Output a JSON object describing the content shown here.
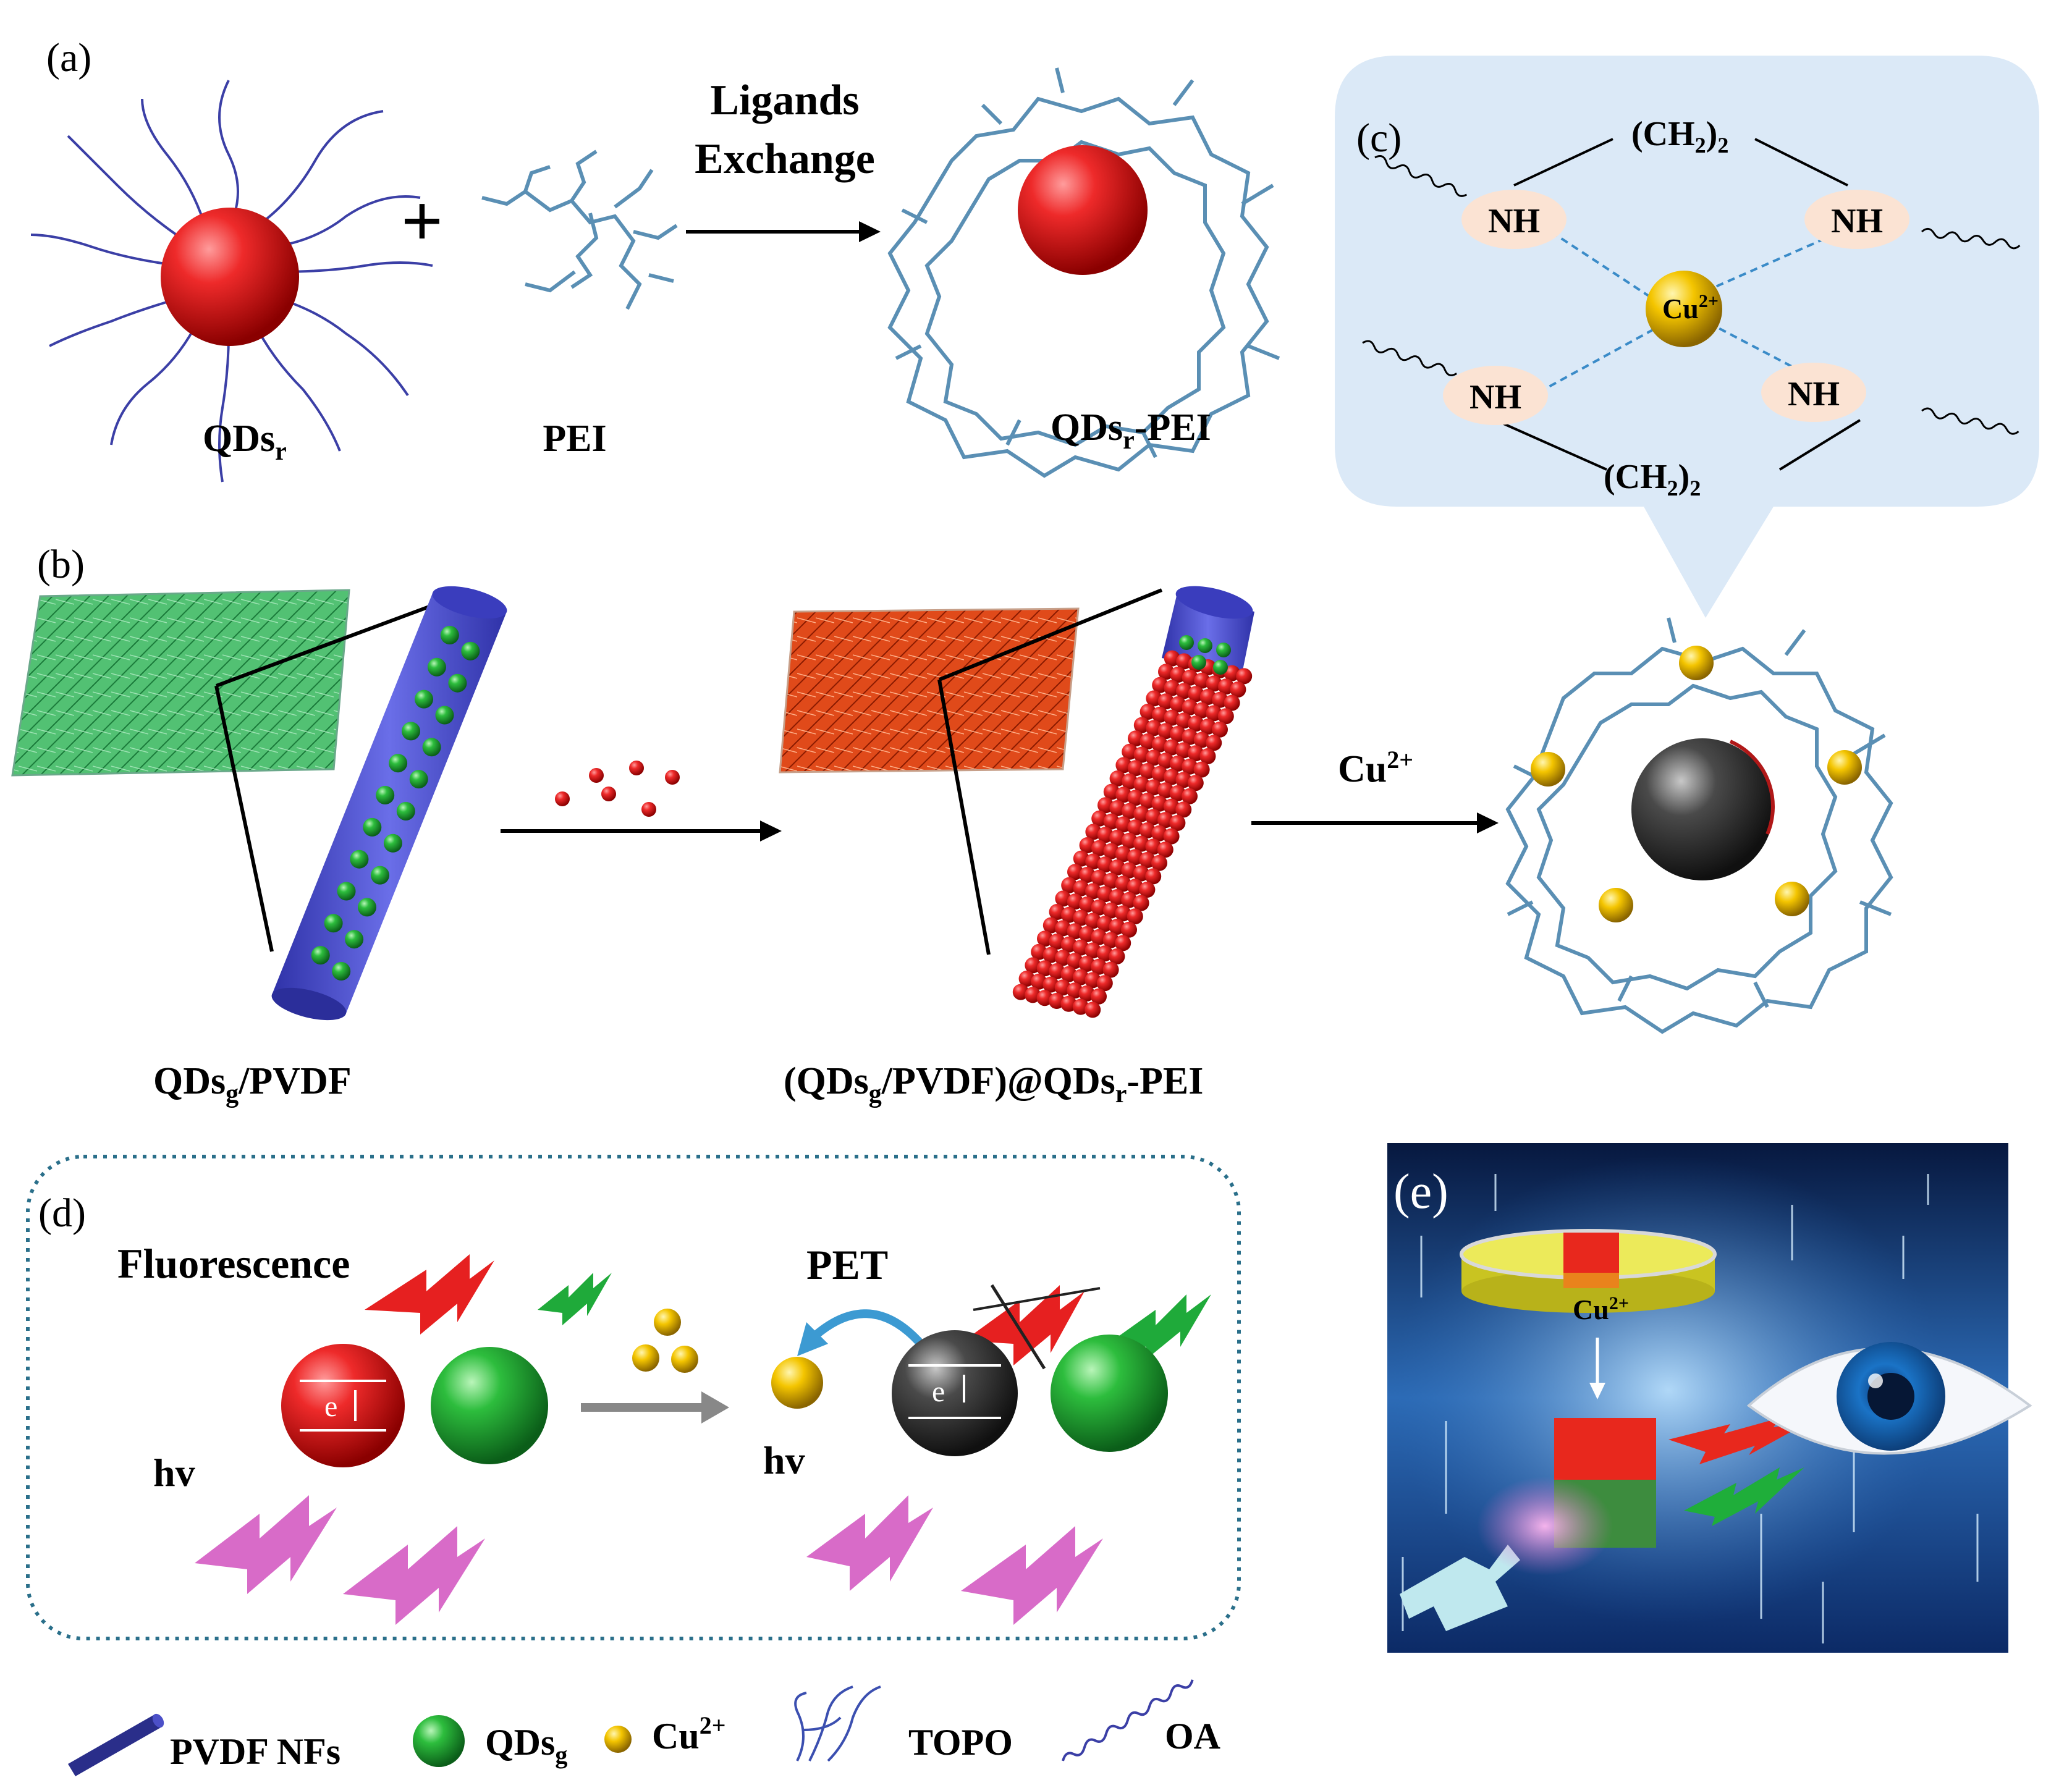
{
  "panels": {
    "a": {
      "label": "(a)",
      "reaction": [
        "Ligands",
        "Exchange"
      ],
      "qd_caption": "QDs",
      "qd_sub": "r",
      "pei_caption": "PEI",
      "product_caption": "QDs",
      "product_sub": "r",
      "product_suffix": "-PEI"
    },
    "b": {
      "label": "(b)",
      "left_caption": "QDs",
      "left_sub": "g",
      "left_suffix": "/PVDF",
      "right_caption_pre": "(QDs",
      "right_caption_sub1": "g",
      "right_caption_mid": "/PVDF)@QDs",
      "right_caption_sub2": "r",
      "right_caption_suf": "-PEI",
      "ion": "Cu",
      "ion_charge": "2+"
    },
    "c": {
      "label": "(c)",
      "ch2_top": "(CH",
      "ch2_bottom": "(CH",
      "ch2_sub": "2",
      "ch2_close": ")",
      "ch2_sub2": "2",
      "nh": "NH",
      "cu": "Cu",
      "cu_charge": "2+"
    },
    "d": {
      "label": "(d)",
      "fluorescence": "Fluorescence",
      "pet": "PET",
      "hv": "hv",
      "e": "e"
    },
    "e": {
      "label": "(e)",
      "cu": "Cu",
      "cu_charge": "2+"
    }
  },
  "legend": {
    "pvdf": "PVDF NFs",
    "qds": "QDs",
    "qds_sub": "g",
    "cu": "Cu",
    "cu_charge": "2+",
    "topo": "TOPO",
    "oa": "OA"
  },
  "colors": {
    "red_qd": "#e01818",
    "green_qd": "#1fae3a",
    "gold": "#f2c500",
    "pvdf_blue": "#4c4fd0",
    "pei_blue": "#5a8fb4",
    "oa_blue": "#3b3fa6",
    "magenta": "#d86bc8",
    "bubble": "#dbe9f7"
  }
}
